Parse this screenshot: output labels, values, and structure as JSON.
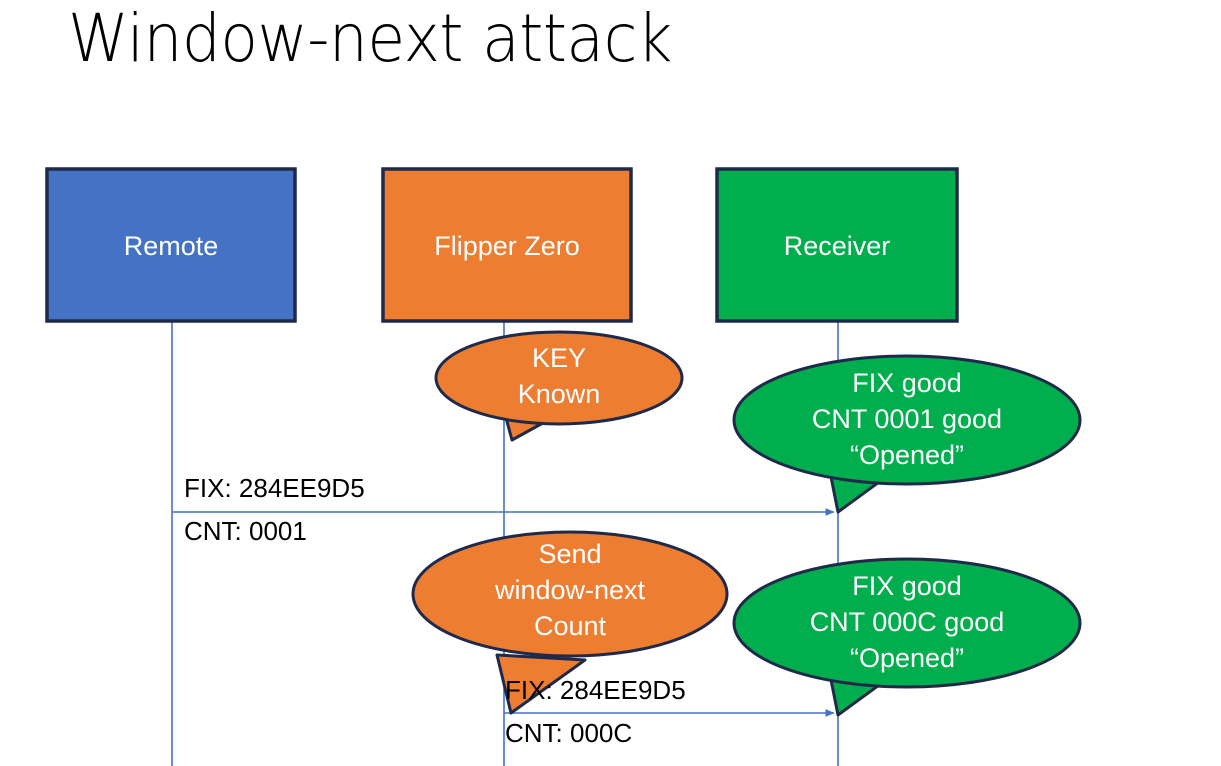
{
  "slide": {
    "title": "Window-next attack",
    "background": "#ffffff"
  },
  "colors": {
    "remote_fill": "#4472C4",
    "flipper_fill": "#ED7D31",
    "receiver_fill": "#00AE4D",
    "shape_outline": "#1F2A4A",
    "lifeline": "#4472C4",
    "arrow": "#4472C4",
    "label_text": "#000000",
    "shape_text": "#ffffff"
  },
  "lanes": [
    {
      "id": "remote",
      "label": "Remote",
      "fill": "#4472C4"
    },
    {
      "id": "flipper",
      "label": "Flipper Zero",
      "fill": "#ED7D31"
    },
    {
      "id": "receiver",
      "label": "Receiver",
      "fill": "#00AE4D"
    }
  ],
  "callouts": [
    {
      "id": "key-known",
      "owner": "flipper",
      "fill": "#ED7D31",
      "lines": [
        "KEY",
        "Known"
      ]
    },
    {
      "id": "receiver-ack-1",
      "owner": "receiver",
      "fill": "#00AE4D",
      "lines": [
        "FIX good",
        "CNT 0001 good",
        "“Opened”"
      ]
    },
    {
      "id": "send-window-next",
      "owner": "flipper",
      "fill": "#ED7D31",
      "lines": [
        "Send",
        "window-next",
        "Count"
      ]
    },
    {
      "id": "receiver-ack-2",
      "owner": "receiver",
      "fill": "#00AE4D",
      "lines": [
        "FIX good",
        "CNT 000C good",
        "“Opened”"
      ]
    }
  ],
  "messages": [
    {
      "id": "msg-remote-to-receiver",
      "from": "remote",
      "to": "receiver",
      "fix_label": "FIX: 284EE9D5",
      "cnt_label": "CNT: 0001"
    },
    {
      "id": "msg-flipper-to-receiver",
      "from": "flipper",
      "to": "receiver",
      "fix_label": "FIX: 284EE9D5",
      "cnt_label": "CNT: 000C"
    }
  ]
}
